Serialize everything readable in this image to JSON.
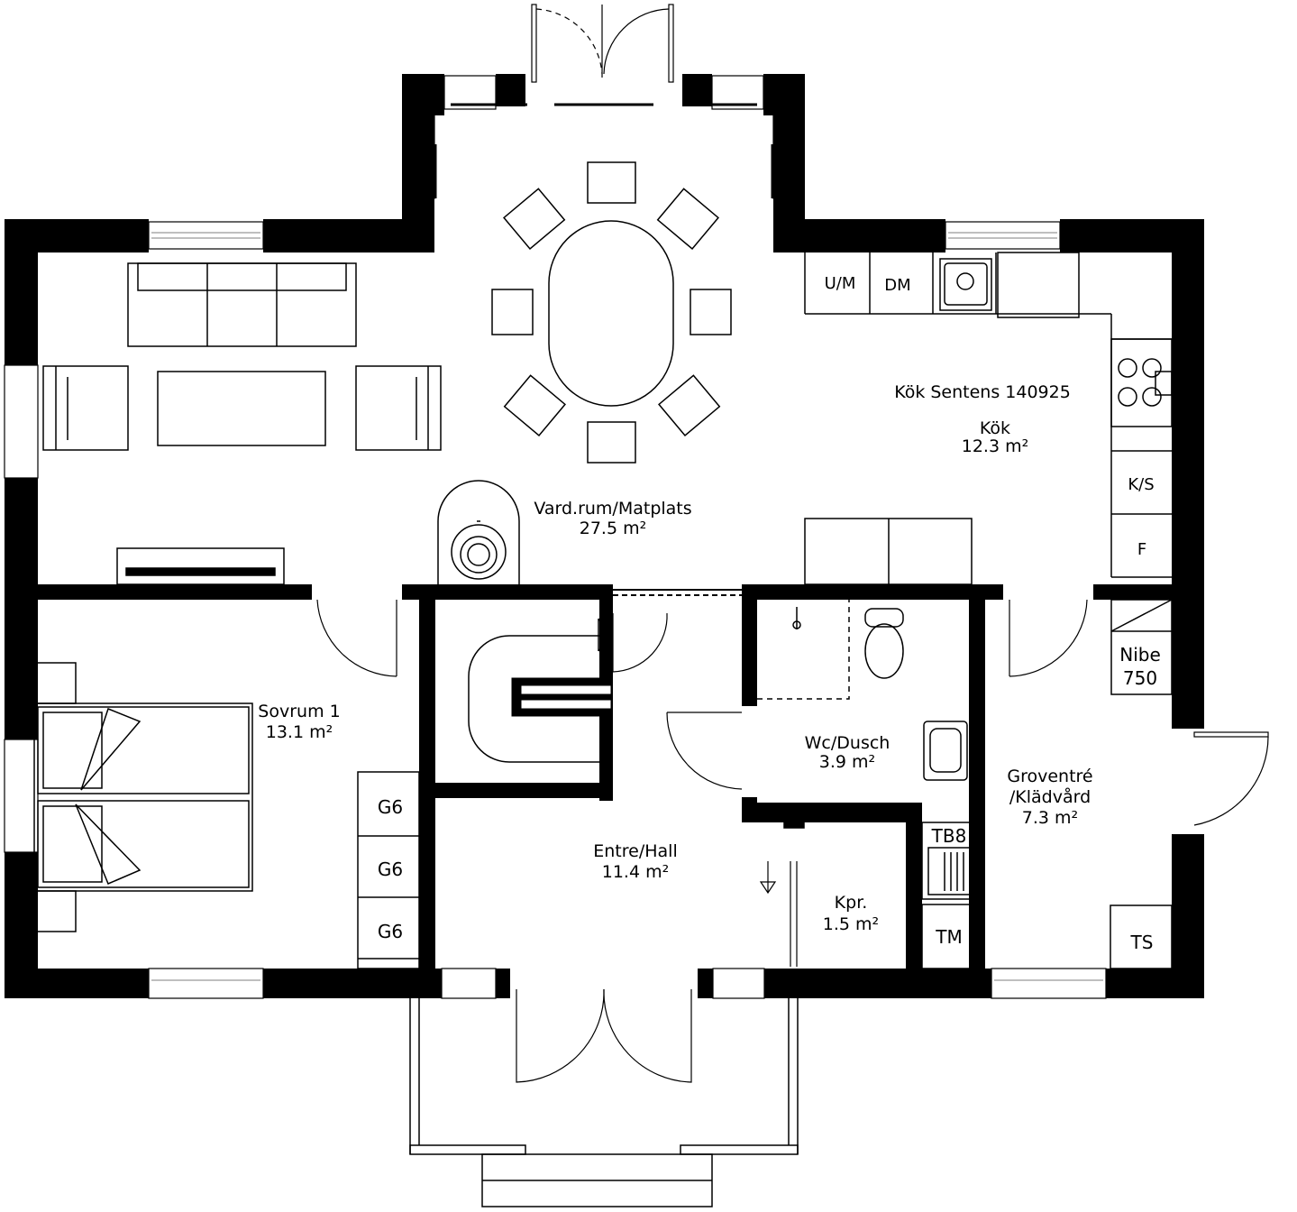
{
  "rooms": {
    "kitchen_model": "Kök Sentens 140925",
    "kitchen_name": "Kök",
    "kitchen_area": "12.3 m²",
    "living_name": "Vard.rum/Matplats",
    "living_area": "27.5 m²",
    "bedroom_name": "Sovrum 1",
    "bedroom_area": "13.1 m²",
    "wc_name": "Wc/Dusch",
    "wc_area": "3.9 m²",
    "entry_name": "Entre/Hall",
    "entry_area": "11.4 m²",
    "utility_name_1": "Groventré",
    "utility_name_2": "/Klädvård",
    "utility_area": "7.3 m²",
    "closet_name": "Kpr.",
    "closet_area": "1.5 m²"
  },
  "fixtures": {
    "um": "U/M",
    "dm": "DM",
    "ks": "K/S",
    "f": "F",
    "nibe_1": "Nibe",
    "nibe_2": "750",
    "g6": "G6",
    "tb8": "TB8",
    "tm": "TM",
    "ts": "TS"
  },
  "colors": {
    "wall": "#000000",
    "background": "#ffffff",
    "line": "#000000",
    "window": "#888888"
  }
}
